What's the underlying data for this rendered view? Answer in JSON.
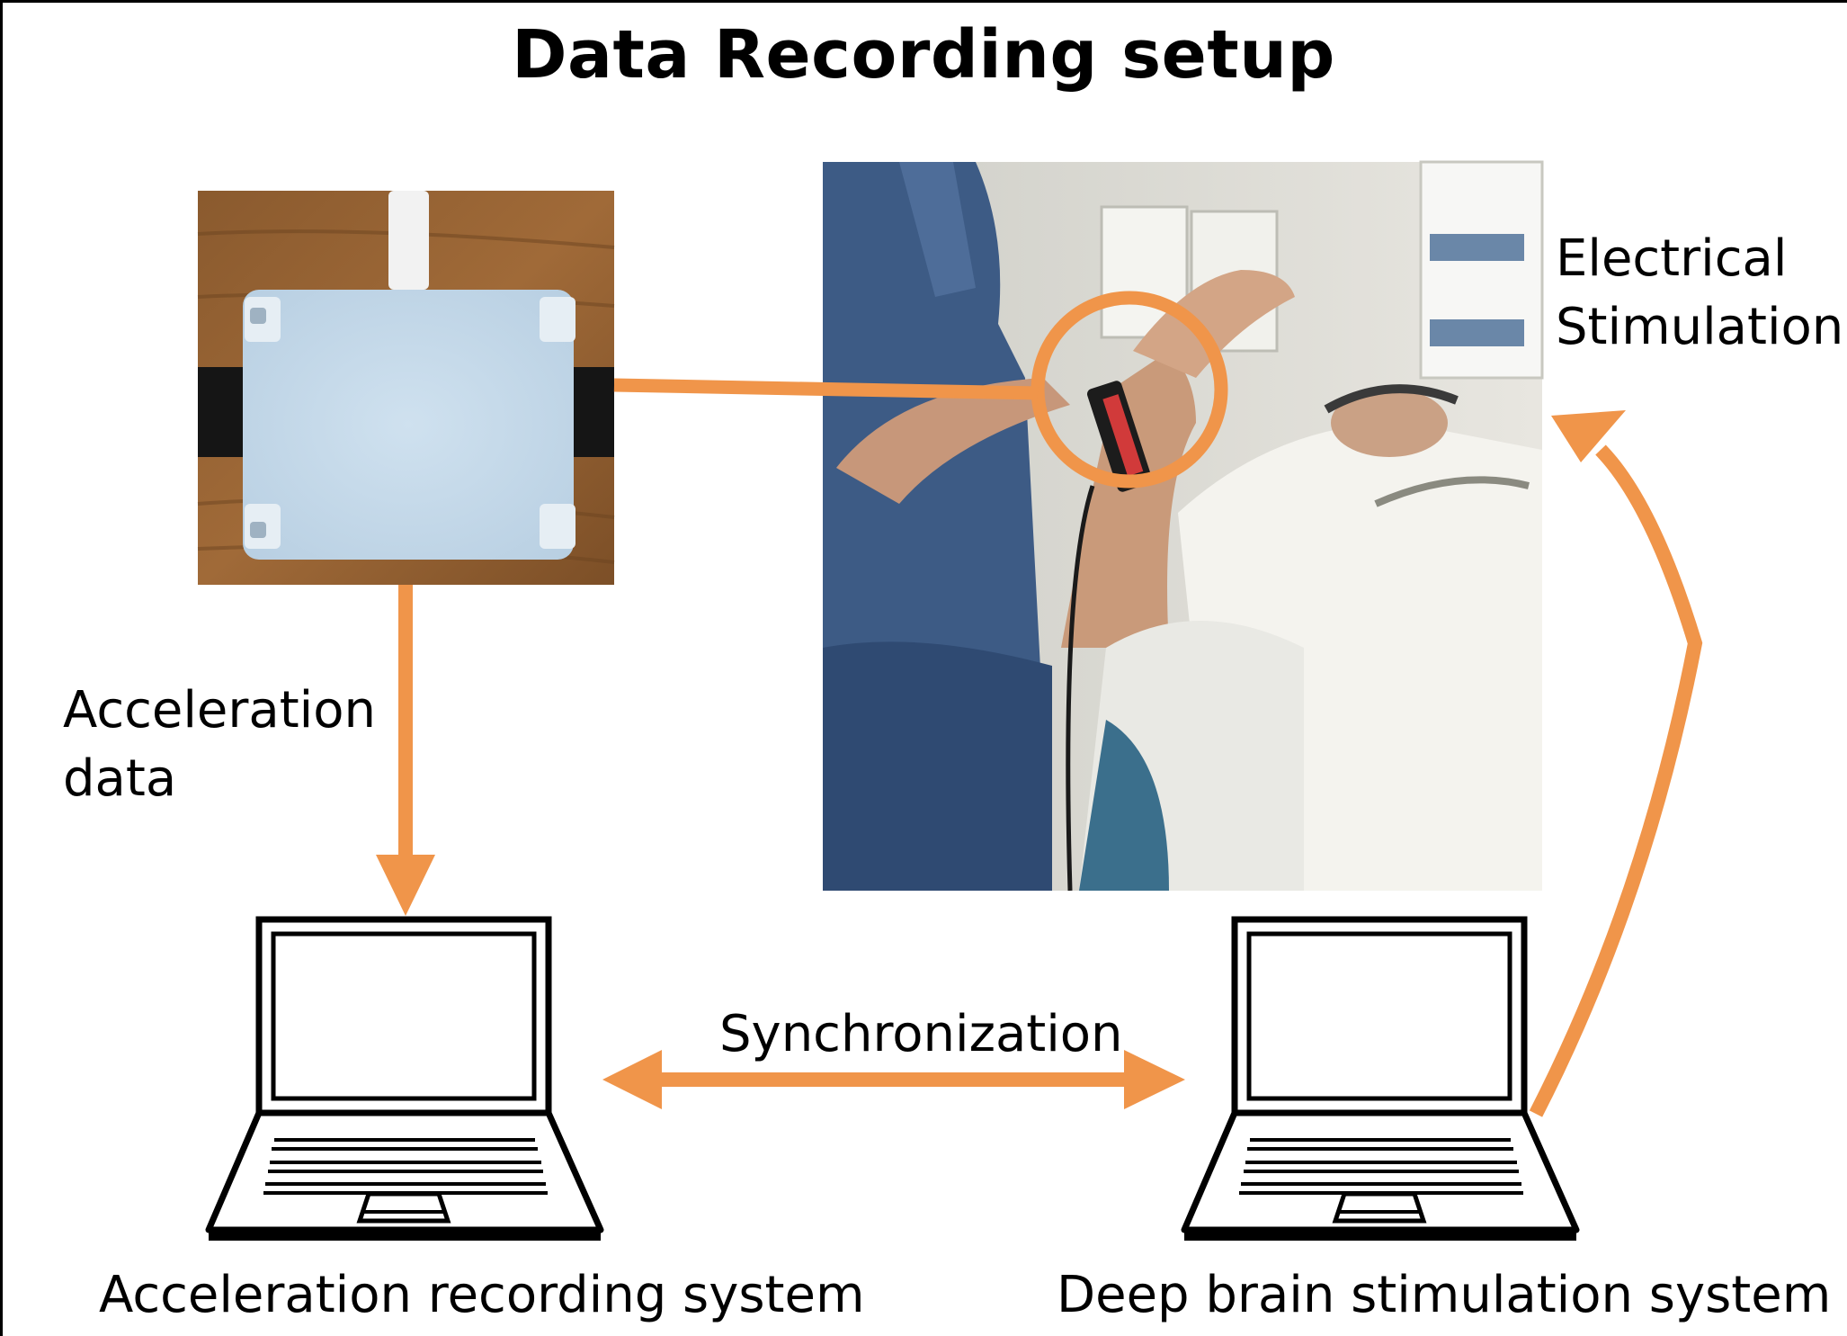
{
  "title": "Data Recording setup",
  "labels": {
    "electrical_stimulation_line1": "Electrical",
    "electrical_stimulation_line2": "Stimulation",
    "acceleration_data_line1": "Acceleration",
    "acceleration_data_line2": "data",
    "synchronization": "Synchronization",
    "acceleration_recording_system": "Acceleration recording system",
    "deep_brain_stimulation_system": "Deep brain stimulation system"
  },
  "images": {
    "sensor_photo": "accelerometer-sensor-photo",
    "patient_photo": "patient-surgery-photo"
  },
  "icons": {
    "left_computer": "laptop-icon",
    "right_computer": "laptop-icon"
  },
  "colors": {
    "arrow": "#F0954A",
    "line": "#000000"
  }
}
